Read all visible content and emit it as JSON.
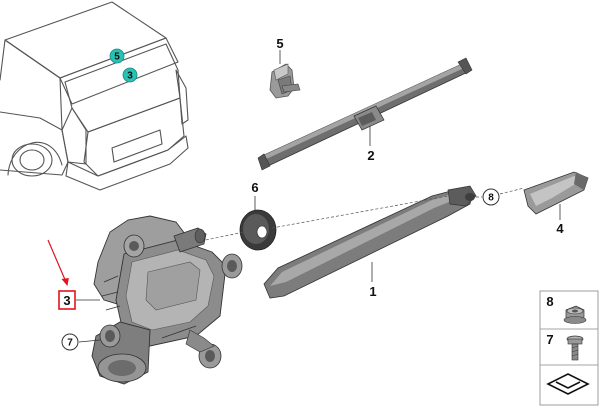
{
  "diagram": {
    "callouts": {
      "wiper_arm": "1",
      "wiper_blade": "2",
      "wiper_motor": "3",
      "cover_cap": "4",
      "washer_jet": "5",
      "grommet": "6",
      "screw": "7",
      "nut": "8"
    },
    "car_callouts": {
      "washer_jet": "5",
      "wiper_motor": "3"
    },
    "side_panel": {
      "nut": "8",
      "screw": "7"
    },
    "highlight_color": "#e0141e",
    "teal_color": "#2bc0b4"
  }
}
